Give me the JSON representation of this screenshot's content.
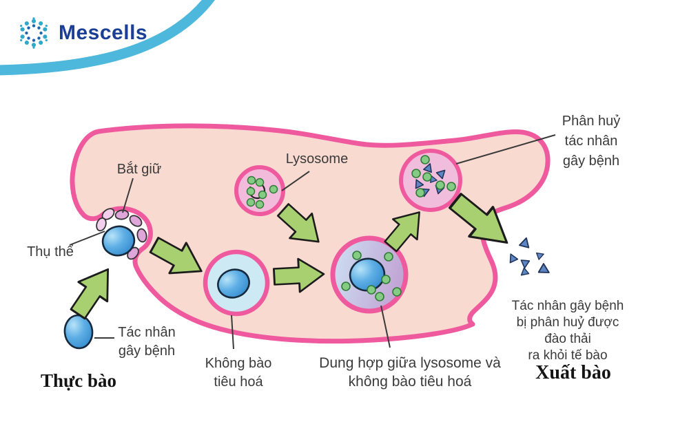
{
  "brand": {
    "name": "Mescells"
  },
  "diagram": {
    "labels": {
      "capture": "Bắt giữ",
      "lysosome": "Lysosome",
      "breakdown": "Phân huỷ\ntác nhân\ngây bệnh",
      "receptor": "Thụ thể",
      "pathogen": "Tác nhân\ngây bệnh",
      "phagocytosis_stage": "Thực bào",
      "digestive_vacuole": "Không bào\ntiêu hoá",
      "fusion": "Dung hợp giữa lysosome và\nkhông bào tiêu hoá",
      "expelled": "Tác nhân gây bệnh\nbị phân huỷ được đào thải\nra khỏi tế bào",
      "exocytosis_stage": "Xuất bào"
    },
    "colors": {
      "swoosh": "#4DB8DC",
      "logo_text": "#1B3F94",
      "logo_dot_teal": "#2FA8CB",
      "logo_dot_navy": "#1F63AE",
      "membrane_stroke": "#EF5A9E",
      "cytoplasm_fill": "#F9DAD0",
      "lysosome_fill": "#F3BBDB",
      "vacuole_fill": "#CDE9F4",
      "fusion_fill_left": "#CDE2F3",
      "fusion_fill_right": "#C2A5D5",
      "pathogen_blue": "#3E97D6",
      "enzyme_green": "#85CB85",
      "debris_blue": "#5E86C4",
      "arrow_green": "#A8D070",
      "label_text": "#3A3A3A"
    }
  }
}
